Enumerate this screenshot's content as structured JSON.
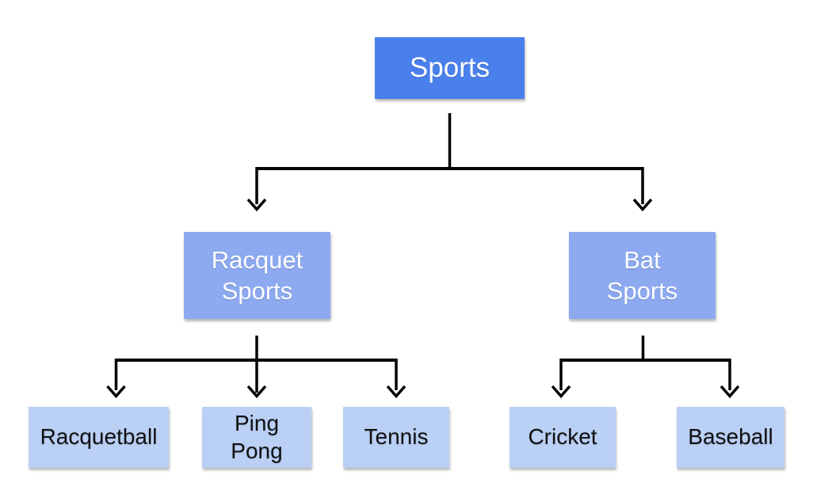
{
  "diagram": {
    "kind": "tree",
    "description": "Hierarchy of sports categories",
    "nodes": {
      "sports": {
        "label": "Sports",
        "level": 0,
        "children": [
          "racquet_sports",
          "bat_sports"
        ]
      },
      "racquet_sports": {
        "label": "Racquet\nSports",
        "level": 1,
        "parent": "sports",
        "children": [
          "racquetball",
          "ping_pong",
          "tennis"
        ]
      },
      "bat_sports": {
        "label": "Bat\nSports",
        "level": 1,
        "parent": "sports",
        "children": [
          "cricket",
          "baseball"
        ]
      },
      "racquetball": {
        "label": "Racquetball",
        "level": 2,
        "parent": "racquet_sports",
        "children": []
      },
      "ping_pong": {
        "label": "Ping\nPong",
        "level": 2,
        "parent": "racquet_sports",
        "children": []
      },
      "tennis": {
        "label": "Tennis",
        "level": 2,
        "parent": "racquet_sports",
        "children": []
      },
      "cricket": {
        "label": "Cricket",
        "level": 2,
        "parent": "bat_sports",
        "children": []
      },
      "baseball": {
        "label": "Baseball",
        "level": 2,
        "parent": "bat_sports",
        "children": []
      }
    },
    "colors": {
      "root_fill": "#4a80ec",
      "branch_fill": "#8da9f0",
      "leaf_fill": "#bad0f5",
      "root_text": "#ffffff",
      "branch_text": "#ffffff",
      "leaf_text": "#111111",
      "connector": "#000000",
      "canvas_bg": "#ffffff"
    }
  }
}
